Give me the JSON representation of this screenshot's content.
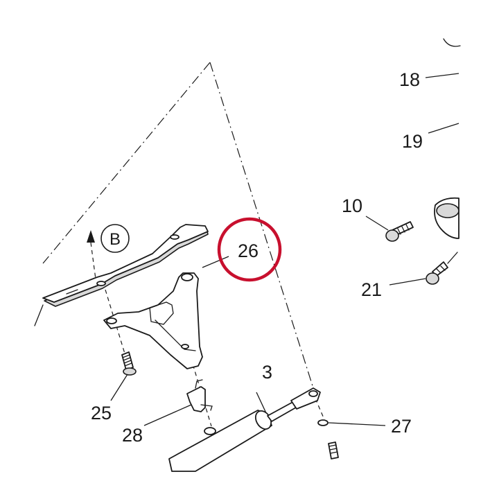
{
  "diagram": {
    "callouts": {
      "p18": "18",
      "p19": "19",
      "p10": "10",
      "p21": "21",
      "p26": "26",
      "p3": "3",
      "p25": "25",
      "p28": "28",
      "p27": "27"
    },
    "view_marker": "B",
    "highlight": {
      "target": "26",
      "color": "#c8102e"
    }
  }
}
